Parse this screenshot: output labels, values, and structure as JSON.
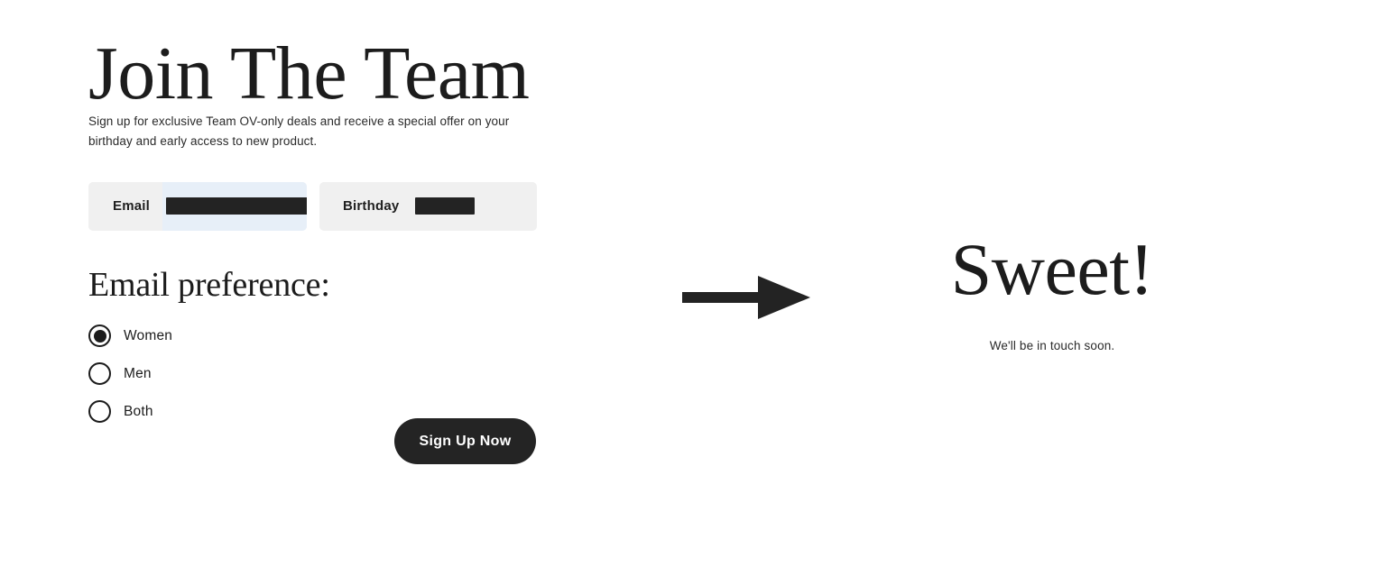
{
  "colors": {
    "page_background": "#ffffff",
    "ink": "#1c1c1c",
    "field_background": "#f0f0f0",
    "field_focus_background": "#e7eff8",
    "redaction": "#232323",
    "button_background": "#242424",
    "button_text": "#ffffff"
  },
  "signup": {
    "heading": "Join The Team",
    "subtext": "Sign up for exclusive Team OV-only deals and receive a special offer on your birthday and early access to new product.",
    "fields": [
      {
        "label": "Email",
        "value": "",
        "placeholder": "",
        "redacted": true,
        "focused": true
      },
      {
        "label": "Birthday",
        "value": "",
        "placeholder": "",
        "redacted": true,
        "focused": false
      }
    ],
    "preference": {
      "heading": "Email preference:",
      "options": [
        {
          "label": "Women",
          "selected": true
        },
        {
          "label": "Men",
          "selected": false
        },
        {
          "label": "Both",
          "selected": false
        }
      ]
    },
    "submit_label": "Sign Up Now"
  },
  "flow": {
    "arrow_icon": "arrow-right-icon"
  },
  "success": {
    "heading": "Sweet!",
    "subtext": "We'll be in touch soon."
  }
}
